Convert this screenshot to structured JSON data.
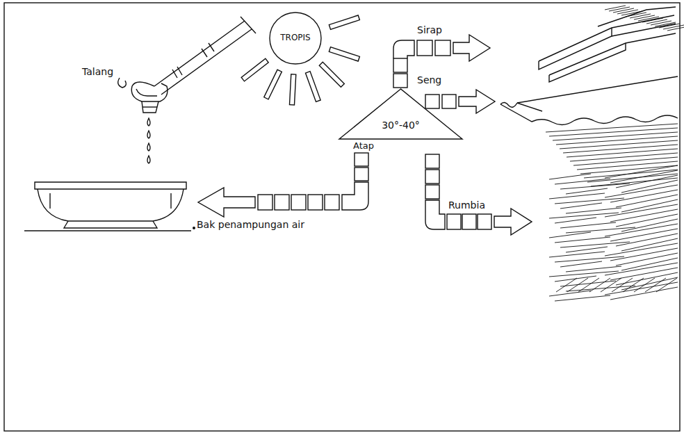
{
  "diagram": {
    "nodes": [
      {
        "text": [
          "TROPIS"
        ]
      },
      {
        "text": [
          "30°-40°",
          "Atap"
        ]
      }
    ],
    "labels": [
      "Talang",
      "Sirap",
      "Seng",
      "Rumbia",
      "Bak penampungan air"
    ]
  }
}
